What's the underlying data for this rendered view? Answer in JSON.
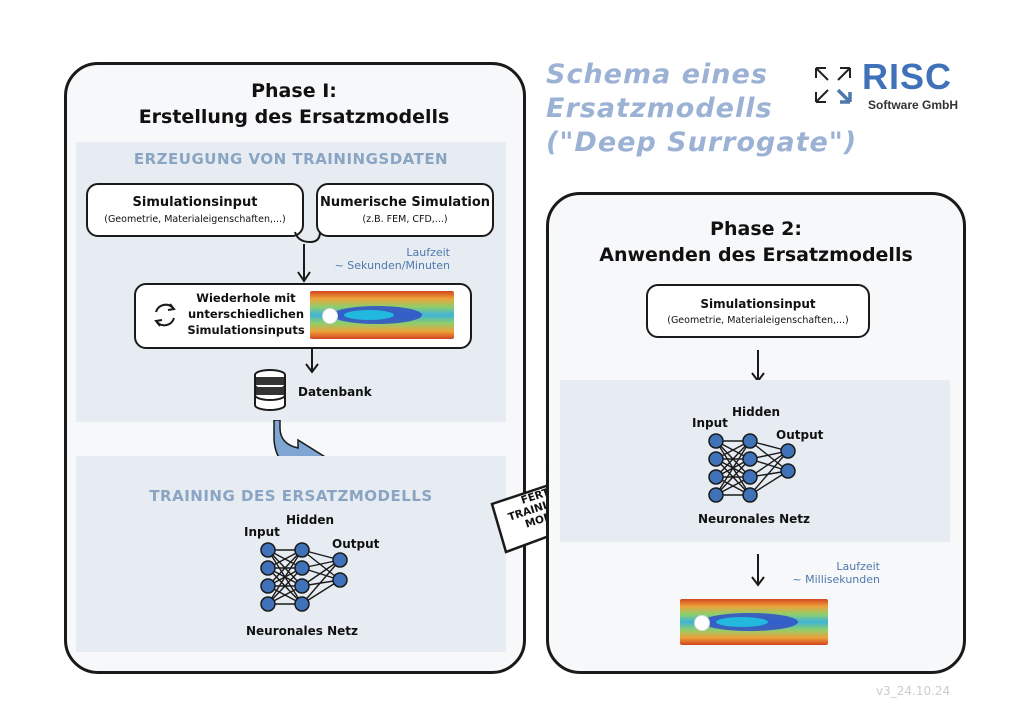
{
  "header": {
    "title_lines": [
      "Schema eines",
      "Ersatzmodells",
      "(\"Deep Surrogate\")"
    ],
    "logo_name": "RISC",
    "logo_subtitle": "Software GmbH"
  },
  "phase1": {
    "title_line1": "Phase I:",
    "title_line2": "Erstellung des Ersatzmodells",
    "training_data": {
      "heading": "ERZEUGUNG VON TRAININGSDATEN",
      "sim_input_title": "Simulationsinput",
      "sim_input_sub": "(Geometrie, Materialeigenschaften,...)",
      "num_sim_title": "Numerische Simulation",
      "num_sim_sub": "(z.B. FEM, CFD,...)",
      "runtime_label": "Laufzeit",
      "runtime_value": "~ Sekunden/Minuten",
      "repeat_line1": "Wiederhole mit",
      "repeat_line2": "unterschiedlichen",
      "repeat_line3": "Simulationsinputs",
      "database_label": "Datenbank"
    },
    "training": {
      "heading": "TRAINING DES ERSATZMODELLS",
      "nn_input": "Input",
      "nn_hidden": "Hidden",
      "nn_output": "Output",
      "nn_label": "Neuronales Netz"
    }
  },
  "transfer_arrow": {
    "line1": "FERTIG",
    "line2": "TRAINIERTES",
    "line3": "MODELL"
  },
  "phase2": {
    "title_line1": "Phase 2:",
    "title_line2": "Anwenden des Ersatzmodells",
    "sim_input_title": "Simulationsinput",
    "sim_input_sub": "(Geometrie, Materialeigenschaften,...)",
    "nn_input": "Input",
    "nn_hidden": "Hidden",
    "nn_output": "Output",
    "nn_label": "Neuronales Netz",
    "runtime_label": "Laufzeit",
    "runtime_value": "~ Millisekunden"
  },
  "footer": {
    "version": "v3_24.10.24"
  },
  "colors": {
    "accent_blue": "#4f78ad",
    "node_blue": "#3f72b8",
    "band_bg": "#e6ecf2",
    "panel_bg": "#f7f8fa"
  }
}
